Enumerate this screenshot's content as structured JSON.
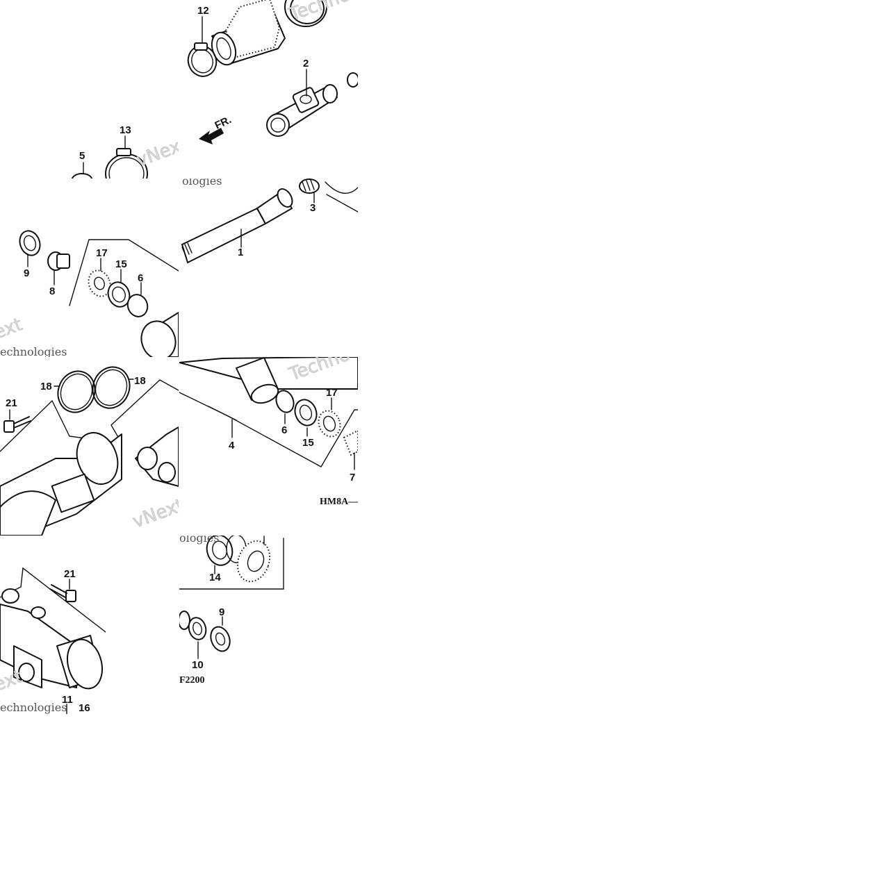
{
  "diagram": {
    "callouts": [
      "12",
      "2",
      "13",
      "5",
      "3",
      "1",
      "9",
      "8",
      "17",
      "15",
      "6",
      "18",
      "18",
      "21",
      "6",
      "17",
      "15",
      "4",
      "7",
      "14",
      "21",
      "9",
      "10",
      "11",
      "16"
    ],
    "direction_label": "FR.",
    "ref_codes": [
      "HM8A—",
      "F2200"
    ],
    "watermarks": [
      "Techno",
      "vNext Tec",
      "ologies",
      "ext",
      "echnologies",
      "Techno",
      "vNext Tec",
      "ologies",
      "ext",
      "echnologies"
    ]
  }
}
